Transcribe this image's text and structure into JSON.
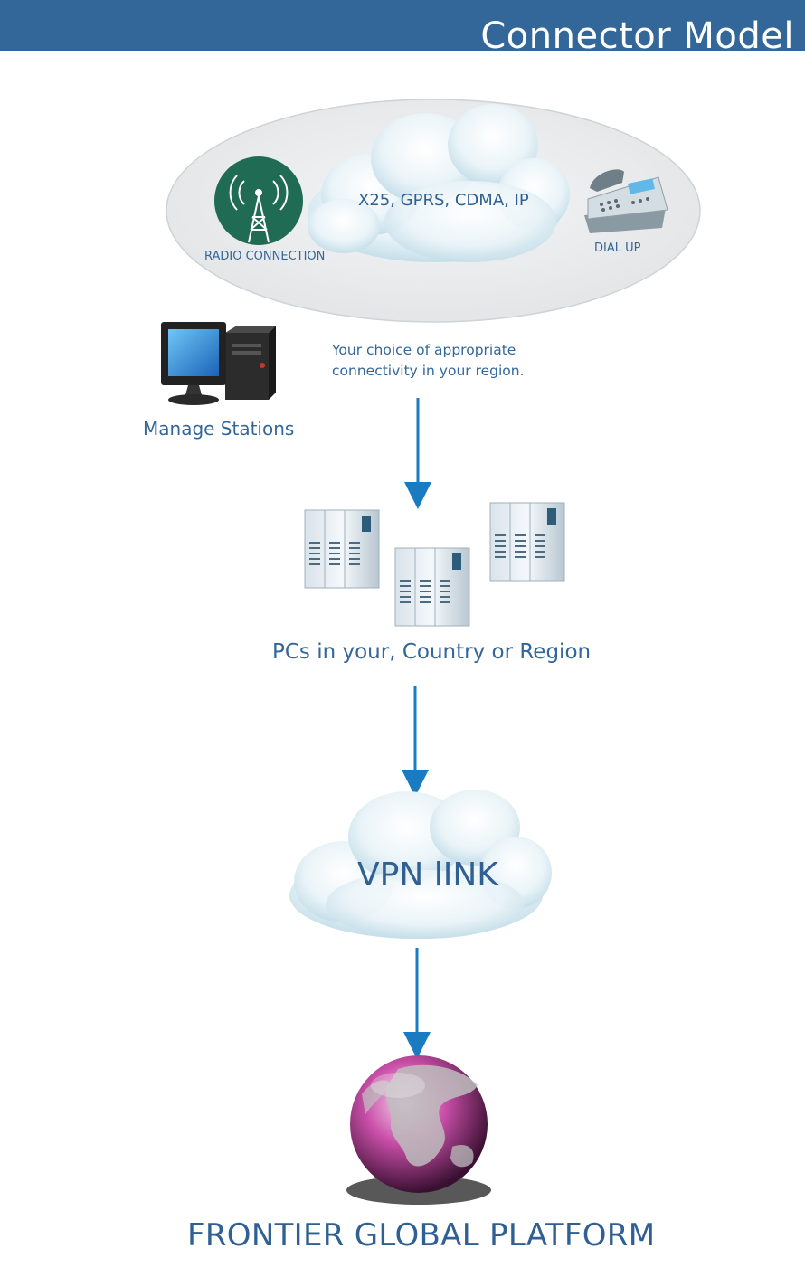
{
  "header": {
    "title": "Connector Model"
  },
  "network_oval": {
    "radio_label": "RADIO CONNECTION",
    "network_types": "X25, GPRS, CDMA, IP",
    "dialup_label": "DIAL UP"
  },
  "connectivity_note": {
    "line1": "Your choice of appropriate",
    "line2": "connectivity in your region."
  },
  "manage_stations": {
    "label": "Manage Stations"
  },
  "pcs": {
    "label": "PCs in your, Country or Region"
  },
  "vpn": {
    "label": "VPN lINK"
  },
  "platform": {
    "label": "FRONTIER GLOBAL PLATFORM"
  },
  "colors": {
    "header_bg": "#336699",
    "text": "#336699",
    "arrow": "#1a7bc0",
    "radio_badge": "#1f6b53",
    "oval": "#e9ebec"
  },
  "icons": [
    "radio-tower-icon",
    "cloud-icon",
    "desk-phone-icon",
    "desktop-computer-icon",
    "server-rack-icon",
    "globe-icon"
  ]
}
